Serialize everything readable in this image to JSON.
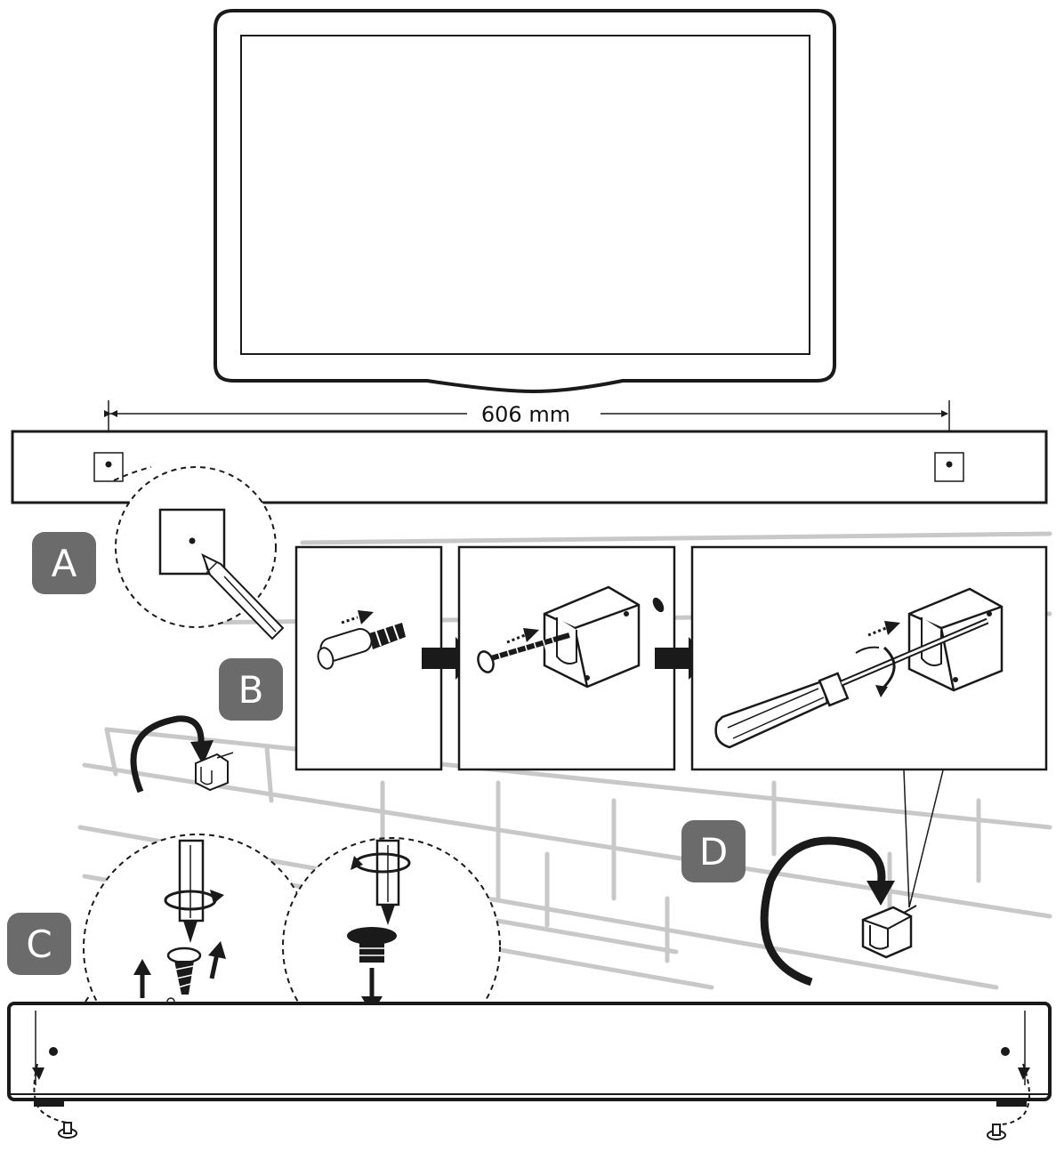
{
  "dimension": {
    "label": "606 mm"
  },
  "steps": {
    "a": "A",
    "b": "B",
    "c": "C",
    "d": "D"
  },
  "colors": {
    "line": "#1a1a1a",
    "brick": "#c8c8c8",
    "badge": "#6b6b6b",
    "background": "#ffffff"
  },
  "icons": [
    "pencil-icon",
    "wall-anchor-icon",
    "screw-icon",
    "bracket-icon",
    "screwdriver-icon",
    "rotate-arrow-icon",
    "push-arrow-icon"
  ]
}
